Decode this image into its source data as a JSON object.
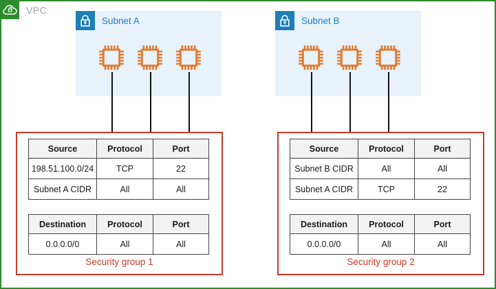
{
  "colors": {
    "green": "#2E8B2E",
    "blue": "#1C7FB8",
    "subnet_bg": "#E8F2FA",
    "orange": "#E27A2E",
    "red": "#C63A26",
    "table_border": "#444444",
    "header_bg": "#F2F2F2",
    "gray": "#98A2A5",
    "ink": "#1A1A1A",
    "line": "#111111"
  },
  "vpc": {
    "label": "VPC",
    "icon": "vpc-cloud-lock-icon"
  },
  "subnets": [
    {
      "label": "Subnet A",
      "icon": "lock-icon",
      "instance_icon": "ec2-instance-chip-icon",
      "instances": 3
    },
    {
      "label": "Subnet B",
      "icon": "lock-icon",
      "instance_icon": "ec2-instance-chip-icon",
      "instances": 3
    }
  ],
  "security_groups": [
    {
      "label": "Security group 1",
      "inbound": {
        "headers": [
          "Source",
          "Protocol",
          "Port"
        ],
        "rows": [
          [
            "198.51.100.0/24",
            "TCP",
            "22"
          ],
          [
            "Subnet A CIDR",
            "All",
            "All"
          ]
        ]
      },
      "outbound": {
        "headers": [
          "Destination",
          "Protocol",
          "Port"
        ],
        "rows": [
          [
            "0.0.0.0/0",
            "All",
            "All"
          ]
        ]
      }
    },
    {
      "label": "Security group 2",
      "inbound": {
        "headers": [
          "Source",
          "Protocol",
          "Port"
        ],
        "rows": [
          [
            "Subnet B CIDR",
            "All",
            "All"
          ],
          [
            "Subnet A CIDR",
            "TCP",
            "22"
          ]
        ]
      },
      "outbound": {
        "headers": [
          "Destination",
          "Protocol",
          "Port"
        ],
        "rows": [
          [
            "0.0.0.0/0",
            "All",
            "All"
          ]
        ]
      }
    }
  ]
}
